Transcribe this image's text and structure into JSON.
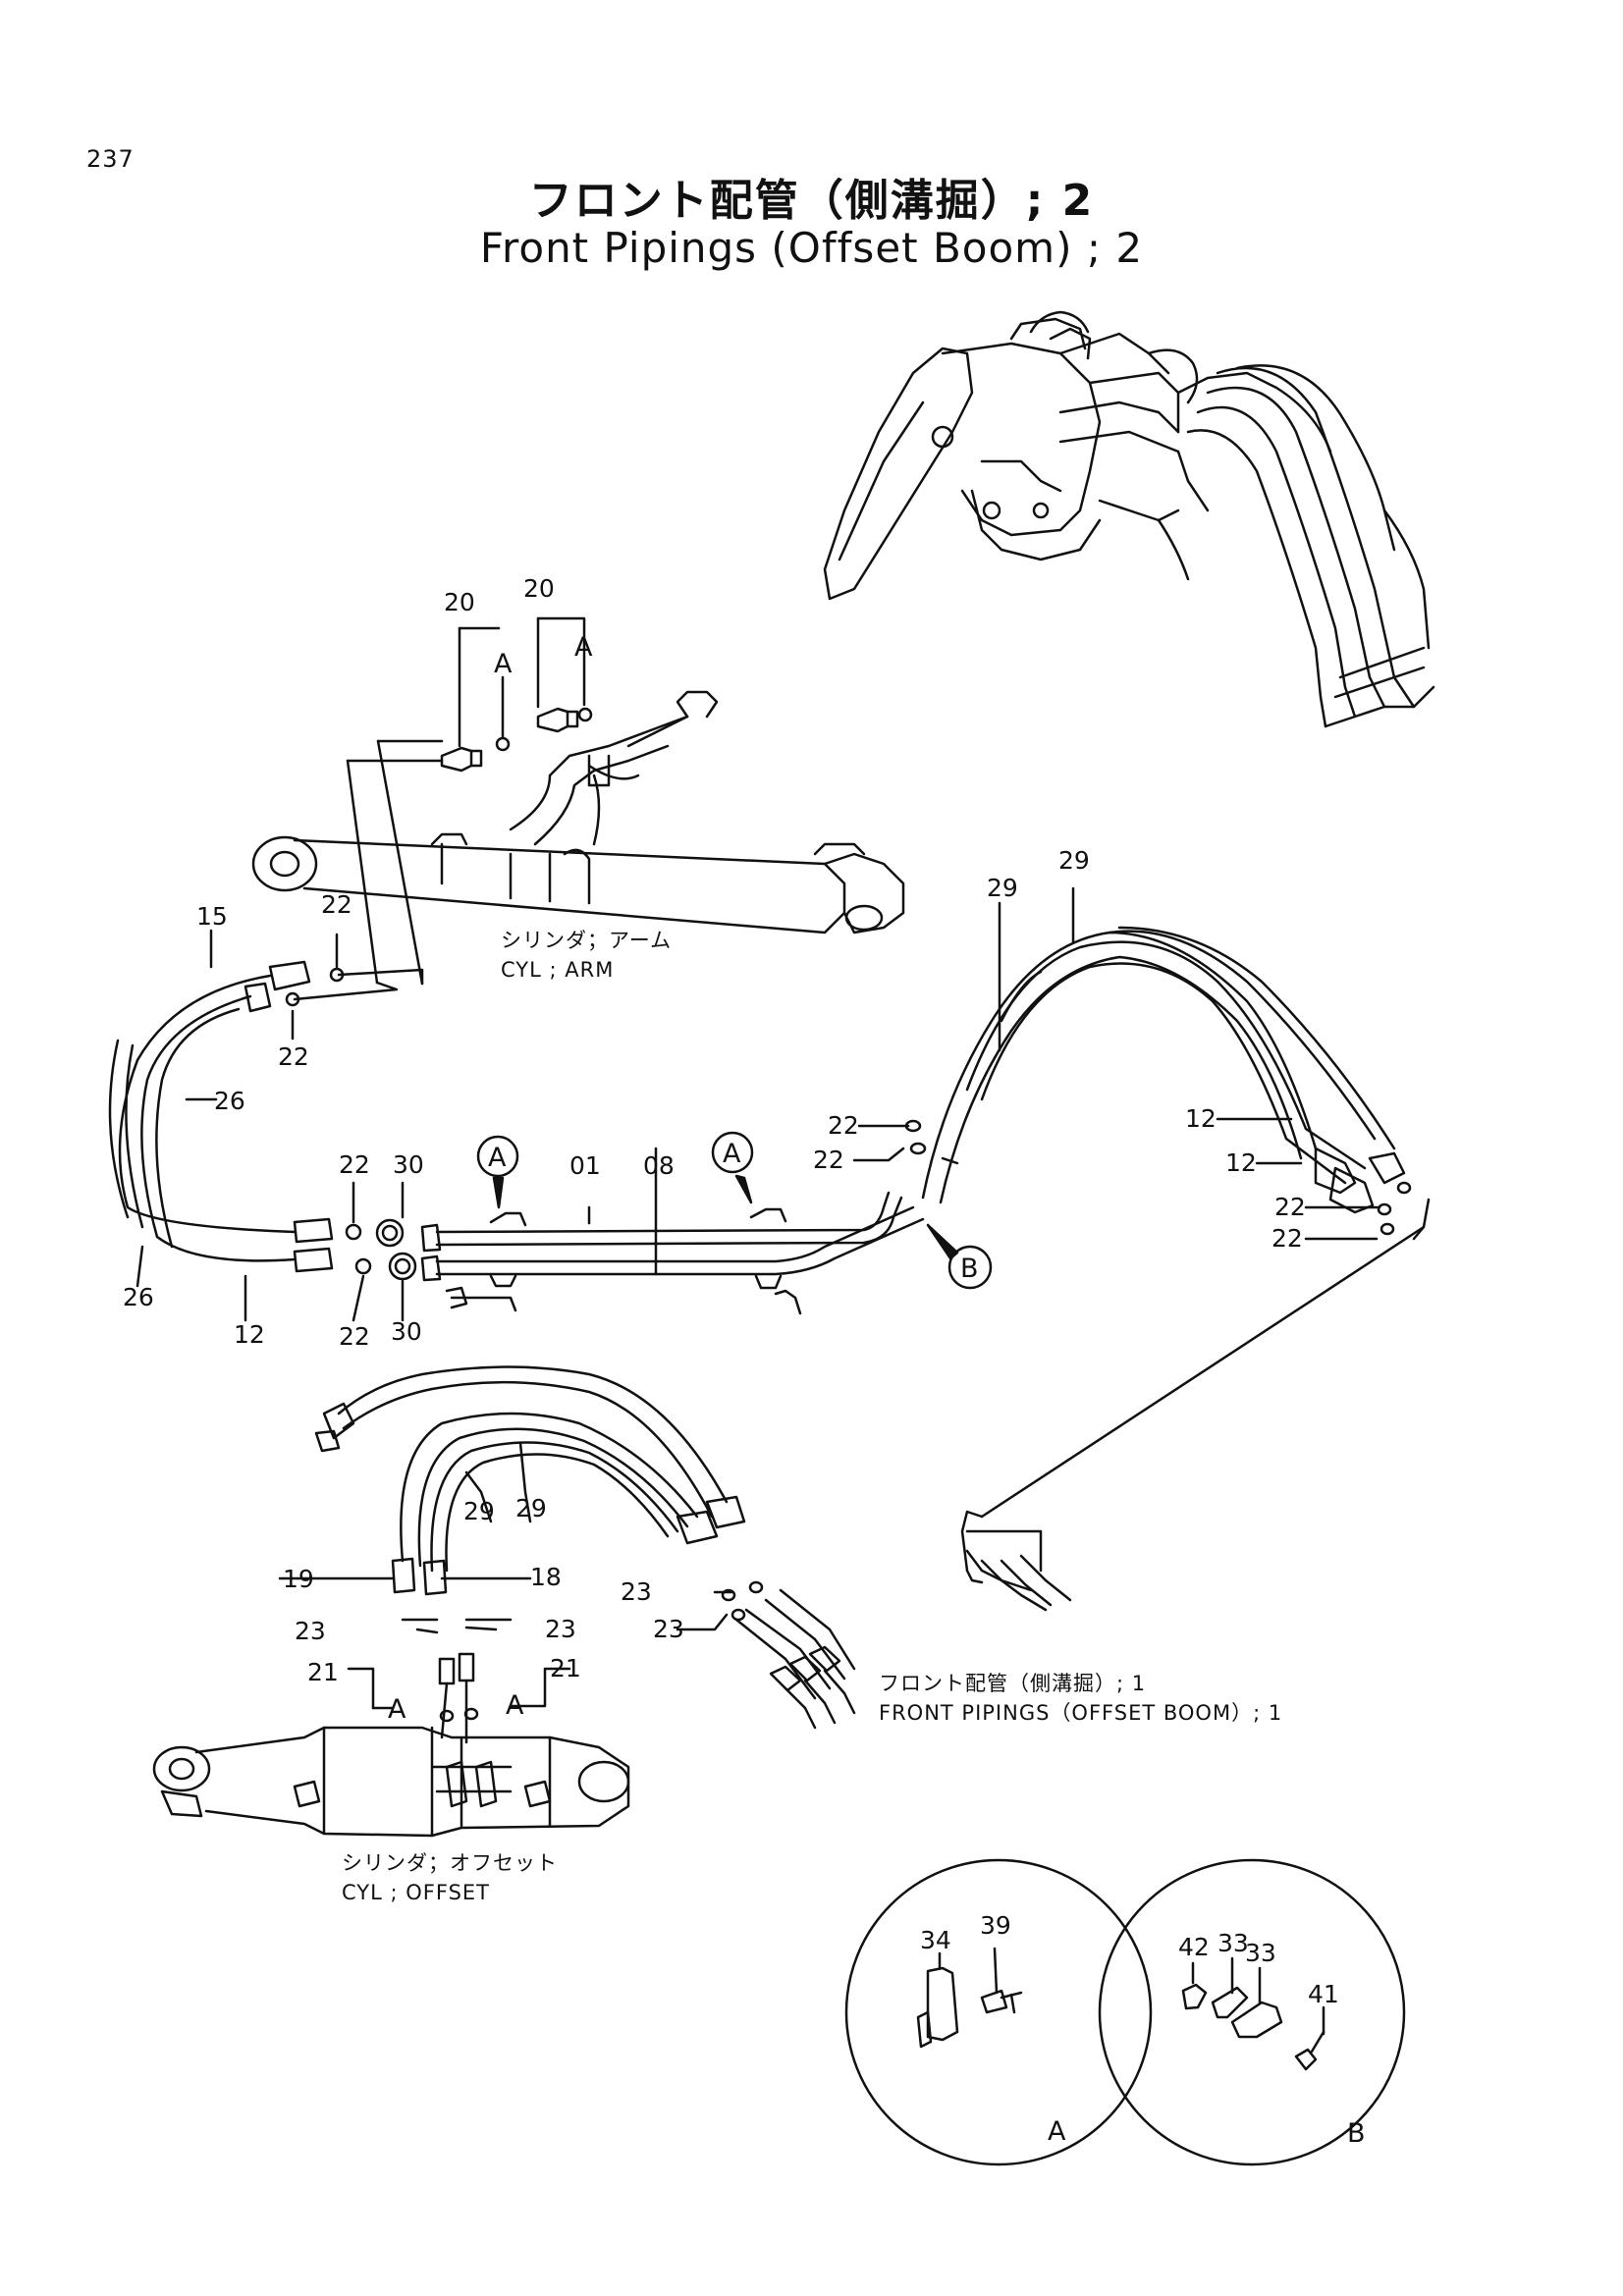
{
  "page_number": "237",
  "title_jp": "フロント配管（側溝掘）; 2",
  "title_en": "Front Pipings (Offset Boom) ; 2",
  "captions": {
    "cyl_arm_jp": "シリンダ；アーム",
    "cyl_arm_en": "CYL ; ARM",
    "cyl_offset_jp": "シリンダ；オフセット",
    "cyl_offset_en": "CYL ; OFFSET",
    "front1_jp": "フロント配管（側溝掘）; 1",
    "front1_en": "FRONT PIPINGS（OFFSET BOOM）; 1"
  },
  "refs": {
    "A": "A",
    "B": "B"
  },
  "part_numbers": {
    "p01": "01",
    "p08": "08",
    "p12": "12",
    "p15": "15",
    "p18": "18",
    "p19": "19",
    "p20": "20",
    "p21": "21",
    "p22": "22",
    "p23": "23",
    "p26": "26",
    "p29": "29",
    "p30": "30",
    "p33": "33",
    "p34": "34",
    "p39": "39",
    "p41": "41",
    "p42": "42"
  }
}
